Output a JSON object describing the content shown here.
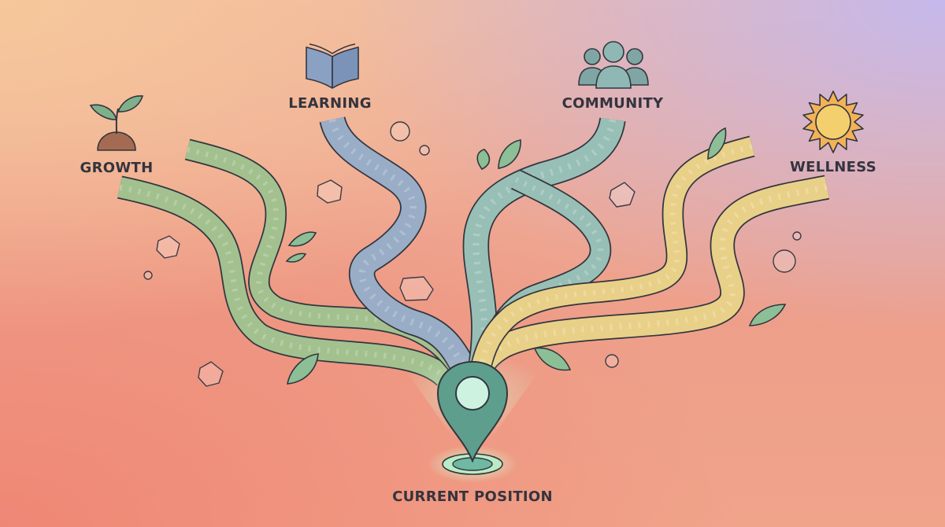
{
  "destinations": {
    "growth": {
      "label": "GROWTH",
      "color": "#a9c993",
      "icon": "sprout-icon"
    },
    "learning": {
      "label": "LEARNING",
      "color": "#9fb4cf",
      "icon": "book-icon"
    },
    "community": {
      "label": "COMMUNITY",
      "color": "#9ec7bd",
      "icon": "people-icon"
    },
    "wellness": {
      "label": "WELLNESS",
      "color": "#f3d98c",
      "icon": "sun-icon"
    }
  },
  "origin": {
    "label": "CURRENT POSITION",
    "icon": "location-pin-icon",
    "color": "#5e9e8c"
  },
  "colors": {
    "outline": "#33363f",
    "leaf": "#8cbf95",
    "background_top": "#f6c79b",
    "background_bottom": "#ef8775"
  }
}
